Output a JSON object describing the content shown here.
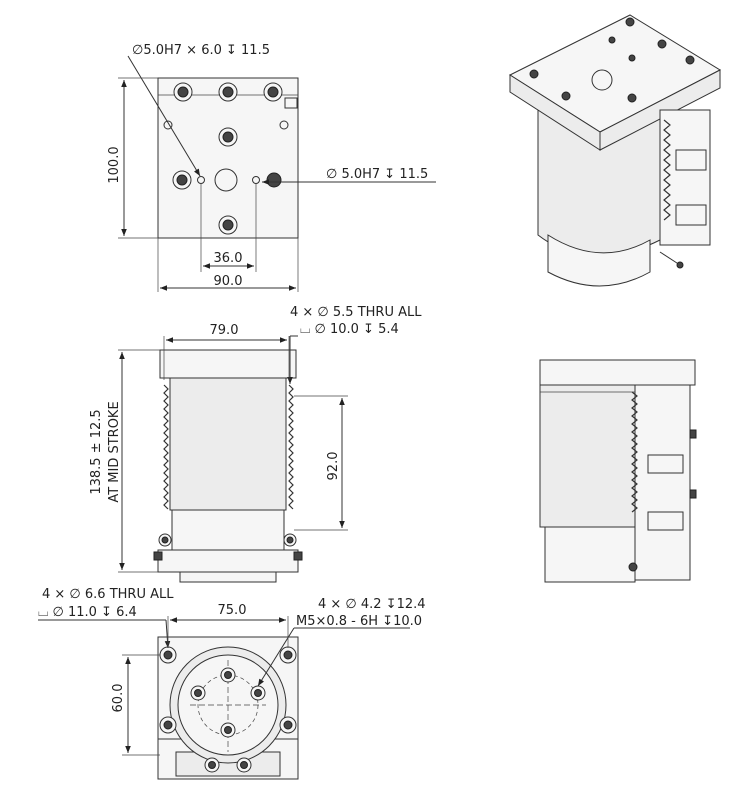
{
  "top_view": {
    "hole_top_label": "∅5.0H7 × 6.0 ↧ 11.5",
    "hole_side_label": "∅ 5.0H7 ↧ 11.5",
    "height_dim": "100.0",
    "pitch_dim": "36.0",
    "width_dim": "90.0"
  },
  "front_view": {
    "thru_label": "4 × ∅ 5.5 THRU ALL",
    "cbore_label": "⌴ ∅ 10.0 ↧ 5.4",
    "width_dim": "79.0",
    "height_dim_line1": "138.5 ± 12.5",
    "height_dim_line2": "AT MID STROKE",
    "inner_dim": "92.0"
  },
  "bottom_view": {
    "thru_label": "4 × ∅ 6.6 THRU ALL",
    "cbore_label": "⌴ ∅ 11.0 ↧ 6.4",
    "width_dim": "75.0",
    "hole_label": "4 × ∅ 4.2 ↧12.4",
    "thread_label": "M5×0.8 - 6H ↧10.0",
    "height_dim": "60.0"
  }
}
